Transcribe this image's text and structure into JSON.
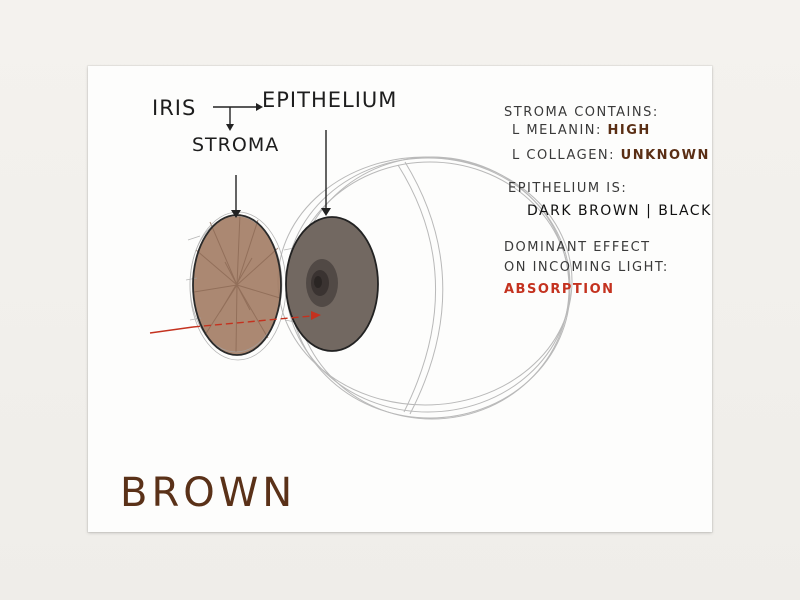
{
  "labels": {
    "iris": "IRIS",
    "epithelium": "EPITHELIUM",
    "stroma": "STROMA"
  },
  "notes": {
    "stroma_contains": "STROMA CONTAINS:",
    "melanin_label": "L MELANIN:",
    "melanin_value": "HIGH",
    "collagen_label": "L COLLAGEN:",
    "collagen_value": "UNKNOWN",
    "epithelium_is": "EPITHELIUM IS:",
    "epithelium_value": "DARK BROWN | BLACK",
    "dominant_effect_1": "DOMINANT EFFECT",
    "dominant_effect_2": "ON INCOMING LIGHT:",
    "dominant_value": "ABSORPTION"
  },
  "title": "BROWN",
  "colors": {
    "stroma_fill": "#a27b63",
    "epithelium_fill": "#726861",
    "light_ray": "#c4321f",
    "title": "#5a3118",
    "value_brown": "#5a2e14"
  }
}
